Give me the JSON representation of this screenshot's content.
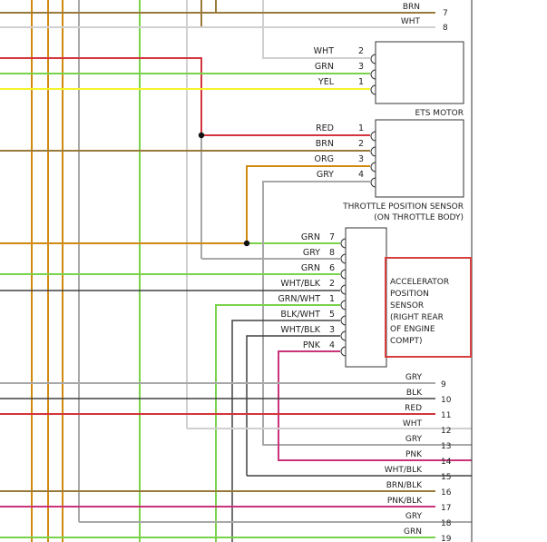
{
  "colors": {
    "orange": "#d08a10",
    "green": "#7ad24a",
    "yellow": "#f4f42a",
    "red": "#d4343c",
    "gray": "#a8a8a8",
    "white": "#d0d0d0",
    "black": "#404040",
    "brown": "#9a7a3a",
    "pink": "#c8337a",
    "callout_border": "#d84040"
  },
  "top_wires": [
    {
      "label": "BRN",
      "num": "7",
      "color": "brown"
    },
    {
      "label": "WHT",
      "num": "8",
      "color": "white"
    }
  ],
  "ets_motor": {
    "title": "ETS MOTOR",
    "pins": [
      {
        "label": "WHT",
        "num": "2",
        "color": "white"
      },
      {
        "label": "GRN",
        "num": "3",
        "color": "green"
      },
      {
        "label": "YEL",
        "num": "1",
        "color": "yellow"
      }
    ]
  },
  "tps": {
    "title_line1": "THROTTLE POSITION SENSOR",
    "title_line2": "(ON THROTTLE BODY)",
    "pins": [
      {
        "label": "RED",
        "num": "1",
        "color": "red"
      },
      {
        "label": "BRN",
        "num": "2",
        "color": "brown"
      },
      {
        "label": "ORG",
        "num": "3",
        "color": "orange"
      },
      {
        "label": "GRY",
        "num": "4",
        "color": "gray"
      }
    ]
  },
  "aps": {
    "callout_lines": [
      "ACCELERATOR",
      "POSITION",
      "SENSOR",
      "(RIGHT REAR",
      "OF ENGINE",
      "COMPT)"
    ],
    "pins": [
      {
        "label": "GRN",
        "num": "7",
        "color": "green"
      },
      {
        "label": "GRY",
        "num": "8",
        "color": "gray"
      },
      {
        "label": "GRN",
        "num": "6",
        "color": "green"
      },
      {
        "label": "WHT/BLK",
        "num": "2",
        "color": "black"
      },
      {
        "label": "GRN/WHT",
        "num": "1",
        "color": "green"
      },
      {
        "label": "BLK/WHT",
        "num": "5",
        "color": "black"
      },
      {
        "label": "WHT/BLK",
        "num": "3",
        "color": "black"
      },
      {
        "label": "PNK",
        "num": "4",
        "color": "pink"
      }
    ]
  },
  "bottom_wires": [
    {
      "label": "GRY",
      "num": "9",
      "color": "gray"
    },
    {
      "label": "BLK",
      "num": "10",
      "color": "black"
    },
    {
      "label": "RED",
      "num": "11",
      "color": "red"
    },
    {
      "label": "WHT",
      "num": "12",
      "color": "white"
    },
    {
      "label": "GRY",
      "num": "13",
      "color": "gray"
    },
    {
      "label": "PNK",
      "num": "14",
      "color": "pink"
    },
    {
      "label": "WHT/BLK",
      "num": "15",
      "color": "black"
    },
    {
      "label": "BRN/BLK",
      "num": "16",
      "color": "brown"
    },
    {
      "label": "PNK/BLK",
      "num": "17",
      "color": "pink"
    },
    {
      "label": "GRY",
      "num": "18",
      "color": "gray"
    },
    {
      "label": "GRN",
      "num": "19",
      "color": "green"
    }
  ]
}
